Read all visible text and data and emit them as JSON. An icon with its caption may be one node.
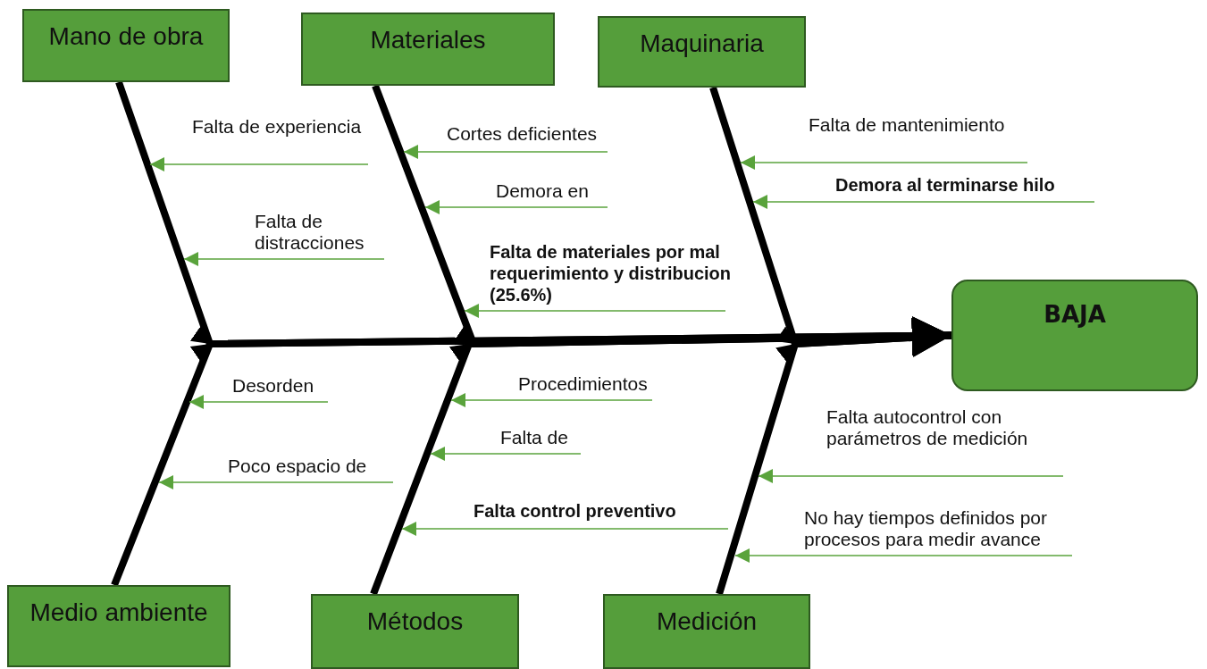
{
  "diagram": {
    "nodes": [
      {
        "text": [
          "Mano de obra"
        ]
      },
      {
        "text": [
          "Materiales"
        ]
      },
      {
        "text": [
          "Maquinaria"
        ]
      },
      {
        "text": [
          "BAJA"
        ]
      },
      {
        "text": [
          "Medio ambiente"
        ]
      },
      {
        "text": [
          "Métodos"
        ]
      },
      {
        "text": [
          "Medición"
        ]
      },
      {
        "text": [
          "Falta de experiencia"
        ]
      },
      {
        "text": [
          "Falta de distracciones"
        ]
      },
      {
        "text": [
          "Cortes deficientes"
        ]
      },
      {
        "text": [
          "Demora en"
        ]
      },
      {
        "text": [
          "Falta de materiales por mal requerimiento y distribucion (25.6%)"
        ]
      },
      {
        "text": [
          "Falta de mantenimiento"
        ]
      },
      {
        "text": [
          "Demora al terminarse hilo"
        ]
      },
      {
        "text": [
          "Desorden"
        ]
      },
      {
        "text": [
          "Poco espacio de"
        ]
      },
      {
        "text": [
          "Procedimientos"
        ]
      },
      {
        "text": [
          "Falta de"
        ]
      },
      {
        "text": [
          "Falta control preventivo"
        ]
      },
      {
        "text": [
          "Falta autocontrol con parámetros de medición"
        ]
      },
      {
        "text": [
          "No hay tiempos definidos por procesos para medir avance"
        ]
      }
    ],
    "edges": [
      {
        "from": 0,
        "to": 3,
        "arrow": "to",
        "style": "thick",
        "color": "#000000"
      },
      {
        "from": 1,
        "to": 3,
        "arrow": "to",
        "style": "thick",
        "color": "#000000"
      },
      {
        "from": 2,
        "to": 3,
        "arrow": "to",
        "style": "thick",
        "color": "#000000"
      },
      {
        "from": 4,
        "to": 3,
        "arrow": "to",
        "style": "thick",
        "color": "#000000"
      },
      {
        "from": 5,
        "to": 3,
        "arrow": "to",
        "style": "thick",
        "color": "#000000"
      },
      {
        "from": 6,
        "to": 3,
        "arrow": "to",
        "style": "thick",
        "color": "#000000"
      },
      {
        "from": 7,
        "to": null,
        "arrow": "to"
      },
      {
        "from": 8,
        "to": null,
        "arrow": "to"
      },
      {
        "from": 9,
        "to": null,
        "arrow": "to"
      },
      {
        "from": 10,
        "to": null,
        "arrow": "to"
      },
      {
        "from": 11,
        "to": null,
        "arrow": "to"
      },
      {
        "from": 12,
        "to": null,
        "arrow": "to"
      },
      {
        "from": 13,
        "to": null,
        "arrow": "to"
      },
      {
        "from": 14,
        "to": null,
        "arrow": "to"
      },
      {
        "from": 15,
        "to": null,
        "arrow": "to"
      },
      {
        "from": 16,
        "to": null,
        "arrow": "to"
      },
      {
        "from": 17,
        "to": null,
        "arrow": "to"
      },
      {
        "from": 18,
        "to": null,
        "arrow": "to"
      },
      {
        "from": 19,
        "to": null,
        "arrow": "to"
      },
      {
        "from": 20,
        "to": null,
        "arrow": "to"
      }
    ]
  }
}
